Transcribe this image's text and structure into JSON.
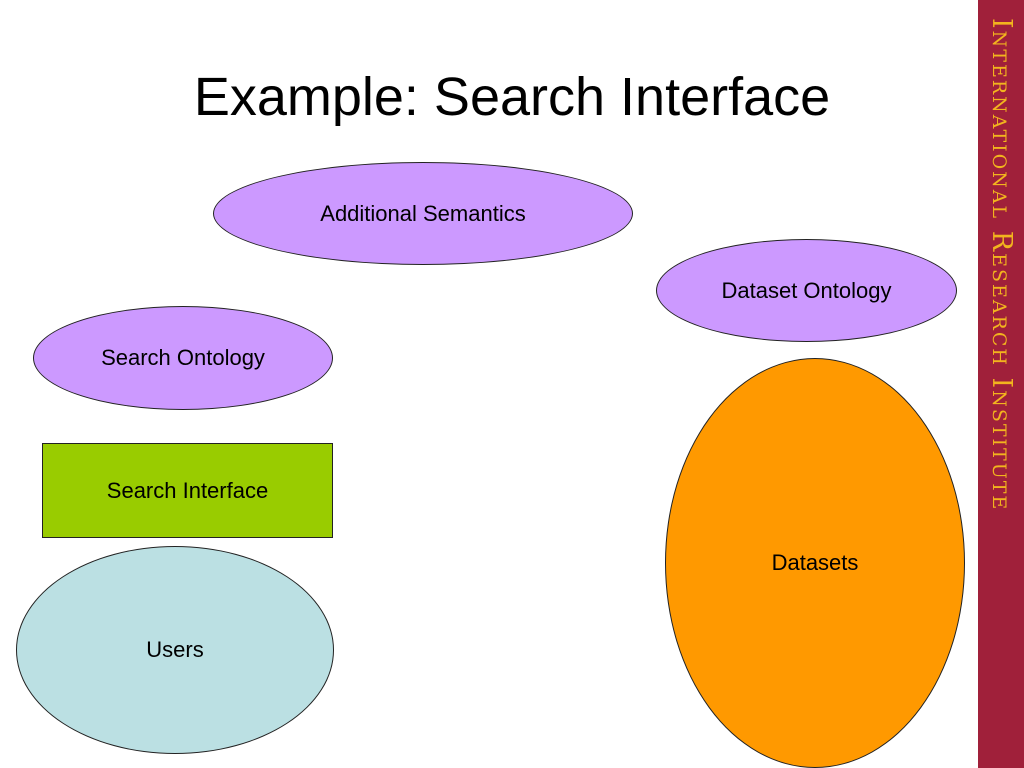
{
  "title": "Example: Search Interface",
  "sidebar": {
    "text": "International Research Institute",
    "background": "#a0203a",
    "text_color": "#f2b41e"
  },
  "nodes": {
    "additional_semantics": {
      "label": "Additional Semantics",
      "color": "#cc99ff",
      "shape": "ellipse"
    },
    "dataset_ontology": {
      "label": "Dataset Ontology",
      "color": "#cc99ff",
      "shape": "ellipse"
    },
    "search_ontology": {
      "label": "Search Ontology",
      "color": "#cc99ff",
      "shape": "ellipse"
    },
    "search_interface": {
      "label": "Search Interface",
      "color": "#99cc00",
      "shape": "rectangle"
    },
    "users": {
      "label": "Users",
      "color": "#bbe0e3",
      "shape": "ellipse"
    },
    "datasets": {
      "label": "Datasets",
      "color": "#ff9900",
      "shape": "ellipse"
    }
  }
}
